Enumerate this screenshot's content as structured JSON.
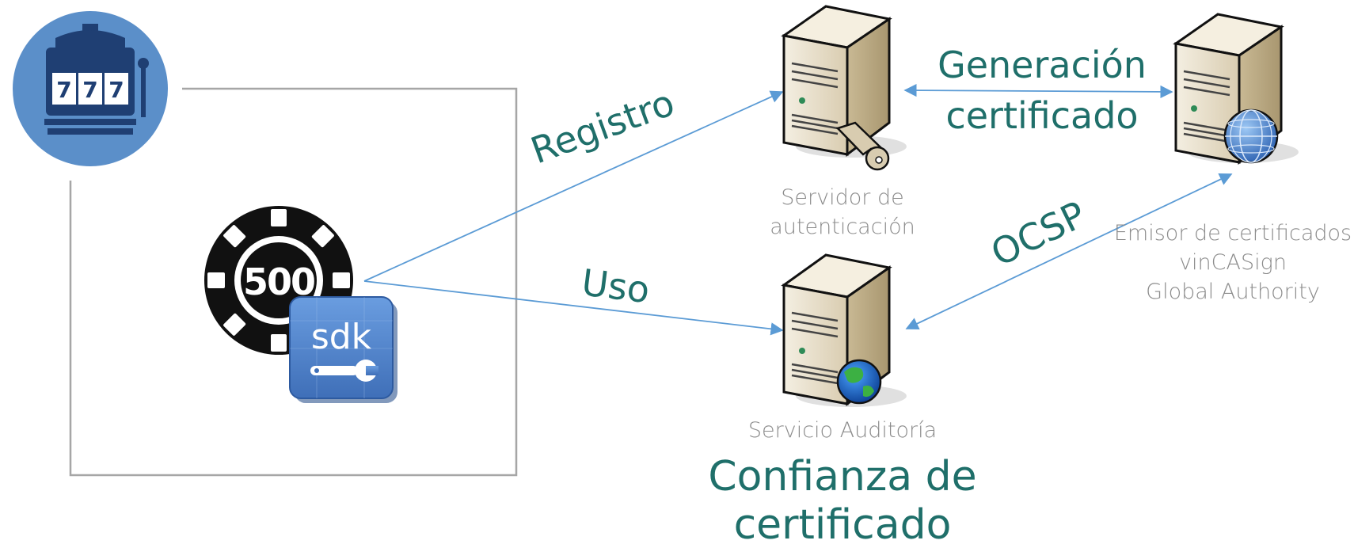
{
  "labels": {
    "registro": "Registro",
    "uso": "Uso",
    "generacion_line1": "Generación",
    "generacion_line2": "certificado",
    "ocsp": "OCSP",
    "confianza_line1": "Confianza de",
    "confianza_line2": "certificado"
  },
  "servers": {
    "auth": {
      "line1": "Servidor de",
      "line2": "autenticación",
      "icon": "key-icon"
    },
    "audit": {
      "line1": "Servicio Auditoría",
      "icon": "globe-icon"
    },
    "issuer": {
      "line1": "Emisor de certificados",
      "line2": "vinCASign",
      "line3": "Global Authority",
      "icon": "globe-icon"
    }
  },
  "chip": {
    "value": "500"
  },
  "sdk": {
    "label": "sdk"
  },
  "slot": {
    "reels": [
      "7",
      "7",
      "7"
    ]
  },
  "colors": {
    "teal": "#1f6f6a",
    "gray": "#8c8c8c",
    "arrow": "#5b9bd5",
    "circle": "#5b8fc9"
  }
}
